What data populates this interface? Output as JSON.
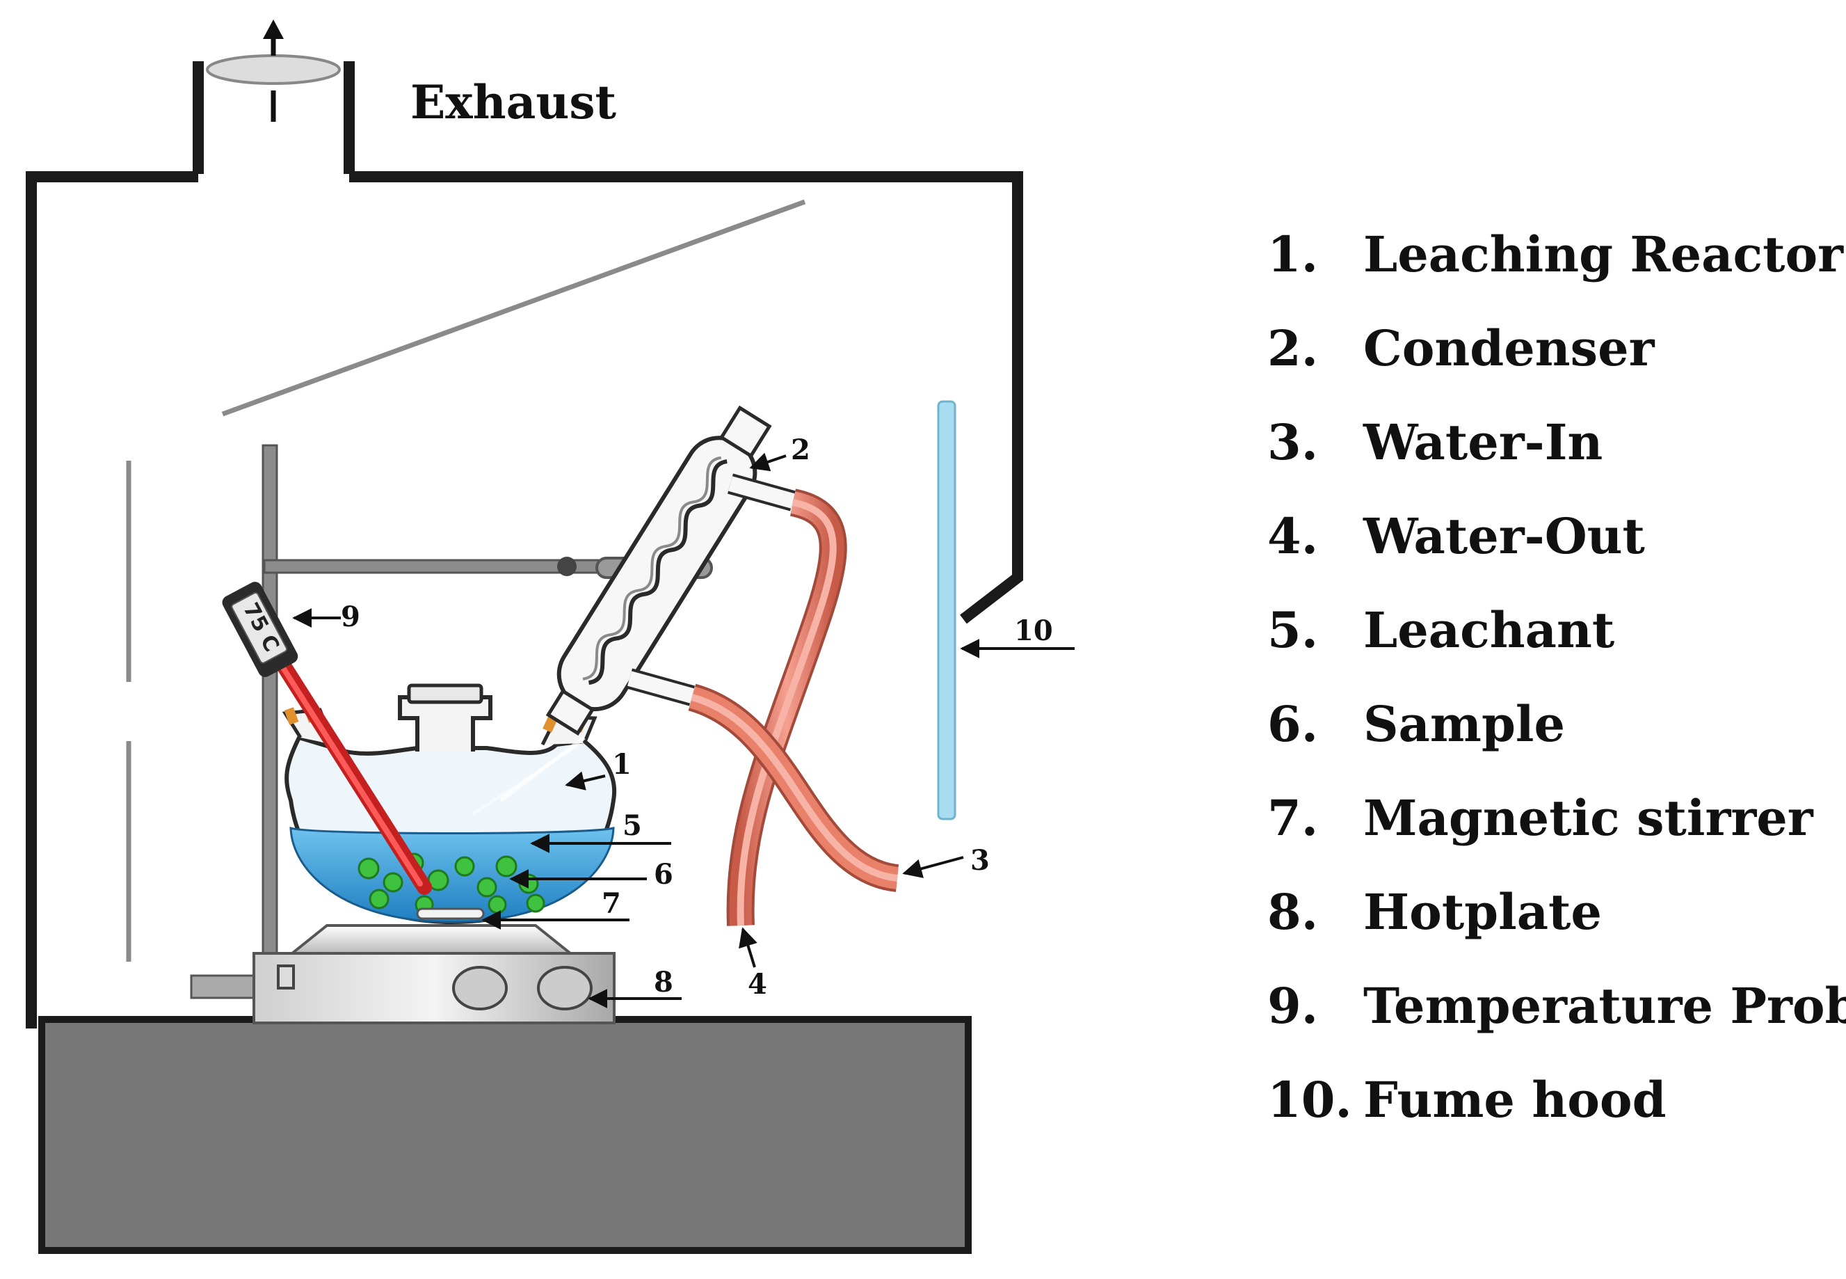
{
  "exhaust_label": "Exhaust",
  "thermometer_reading": "75 C",
  "callouts": [
    "1",
    "2",
    "3",
    "4",
    "5",
    "6",
    "7",
    "8",
    "9",
    "10"
  ],
  "legend": [
    {
      "num": "1.",
      "label": "Leaching Reactor"
    },
    {
      "num": "2.",
      "label": "Condenser"
    },
    {
      "num": "3.",
      "label": "Water-In"
    },
    {
      "num": "4.",
      "label": "Water-Out"
    },
    {
      "num": "5.",
      "label": "Leachant"
    },
    {
      "num": "6.",
      "label": "Sample"
    },
    {
      "num": "7.",
      "label": "Magnetic stirrer"
    },
    {
      "num": "8.",
      "label": "Hotplate"
    },
    {
      "num": "9.",
      "label": "Temperature Probe"
    },
    {
      "num": "10.",
      "label": "Fume hood"
    }
  ],
  "colors": {
    "hood_outline": "#1a1a1a",
    "bench": "#777777",
    "leachant": "#3a9fd8",
    "tubing": "#e8806a",
    "sash": "#a8dcf0",
    "probe": "#e53030",
    "sample": "#3fc23f"
  }
}
